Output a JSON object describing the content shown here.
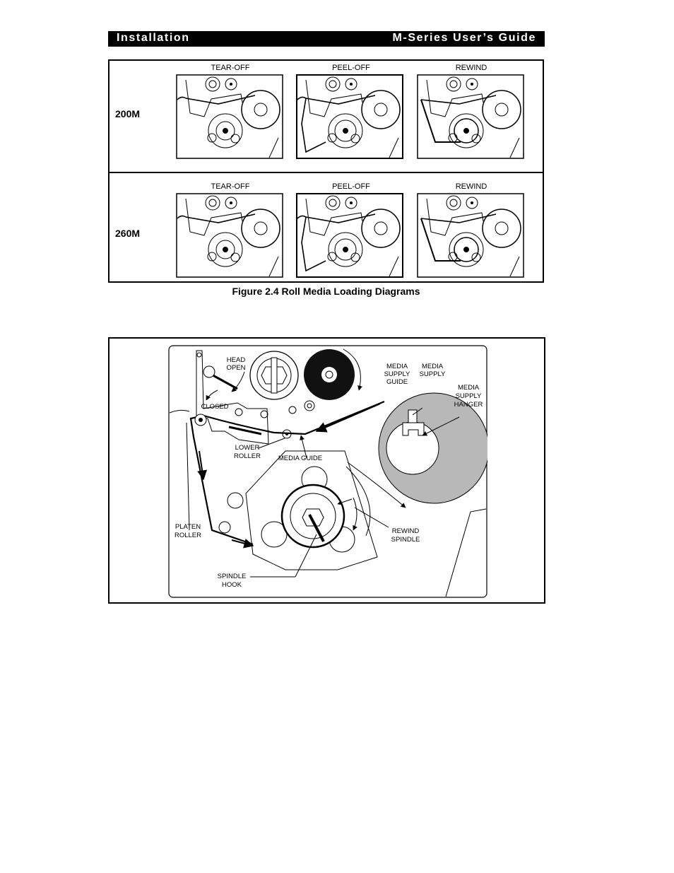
{
  "header": {
    "section": "Installation",
    "guide": "M-Series User’s Guide"
  },
  "figure_loading": {
    "columns": [
      "TEAR-OFF",
      "PEEL-OFF",
      "REWIND"
    ],
    "rows": [
      {
        "model": "200M"
      },
      {
        "model": "260M"
      }
    ],
    "caption": "Figure 2.4  Roll Media Loading Diagrams"
  },
  "figure_detail": {
    "labels": {
      "head_open_1": "HEAD",
      "head_open_2": "OPEN",
      "closed": "CLOSED",
      "media_supply_guide_1": "MEDIA",
      "media_supply_guide_2": "SUPPLY",
      "media_supply_guide_3": "GUIDE",
      "media_supply_1": "MEDIA",
      "media_supply_2": "SUPPLY",
      "media_supply_hanger_1": "MEDIA",
      "media_supply_hanger_2": "SUPPLY",
      "media_supply_hanger_3": "HANGER",
      "lower_roller_1": "LOWER",
      "lower_roller_2": "ROLLER",
      "media_guide": "MEDIA GUIDE",
      "platen_roller_1": "PLATEN",
      "platen_roller_2": "ROLLER",
      "rewind_spindle_1": "REWIND",
      "rewind_spindle_2": "SPINDLE",
      "spindle_hook_1": "SPINDLE",
      "spindle_hook_2": "HOOK"
    }
  }
}
